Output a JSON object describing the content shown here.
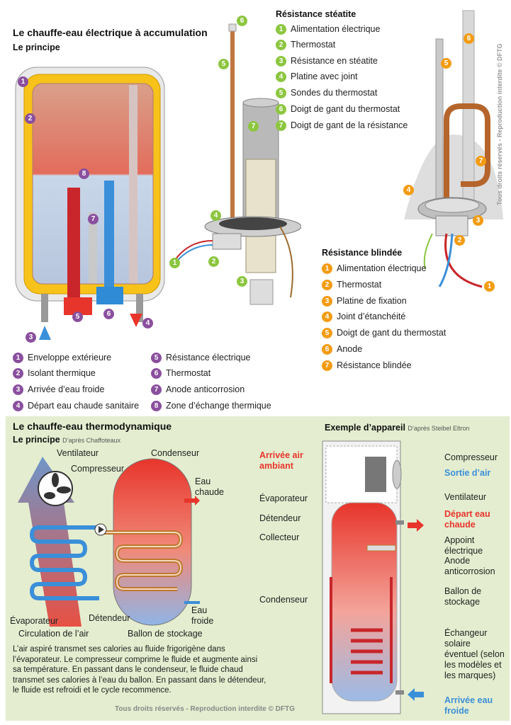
{
  "accumulation": {
    "title": "Le chauffe-eau électrique à accumulation",
    "subtitle": "Le principe",
    "legend": [
      {
        "n": "1",
        "label": "Enveloppe extérieure"
      },
      {
        "n": "2",
        "label": "Isolant thermique"
      },
      {
        "n": "3",
        "label": "Arrivée d’eau froide"
      },
      {
        "n": "4",
        "label": "Départ eau chaude sanitaire"
      },
      {
        "n": "5",
        "label": "Résistance électrique"
      },
      {
        "n": "6",
        "label": "Thermostat"
      },
      {
        "n": "7",
        "label": "Anode anticorrosion"
      },
      {
        "n": "8",
        "label": "Zone d’échange thermique"
      }
    ]
  },
  "steatite": {
    "title": "Résistance stéatite",
    "items": [
      {
        "n": "1",
        "label": "Alimentation électrique"
      },
      {
        "n": "2",
        "label": "Thermostat"
      },
      {
        "n": "3",
        "label": "Résistance en stéatite"
      },
      {
        "n": "4",
        "label": "Platine avec joint"
      },
      {
        "n": "5",
        "label": "Sondes du thermostat"
      },
      {
        "n": "6",
        "label": "Doigt de gant du thermostat"
      },
      {
        "n": "7",
        "label": "Doigt de gant de la résistance"
      }
    ]
  },
  "blindee": {
    "title": "Résistance blindée",
    "items": [
      {
        "n": "1",
        "label": "Alimentation électrique"
      },
      {
        "n": "2",
        "label": "Thermostat"
      },
      {
        "n": "3",
        "label": "Platine de fixation"
      },
      {
        "n": "4",
        "label": "Joint d’étanchéité"
      },
      {
        "n": "5",
        "label": "Doigt de gant du thermostat"
      },
      {
        "n": "6",
        "label": "Anode"
      },
      {
        "n": "7",
        "label": "Résistance blindée"
      }
    ]
  },
  "watermark_top": "Tous droits réservés - Reproduction interdite © DFTG",
  "thermo": {
    "title": "Le chauffe-eau thermodynamique",
    "subtitle": "Le principe",
    "source": "D’après Chaffoteaux",
    "labels": {
      "ventilateur": "Ventilateur",
      "compresseur": "Compresseur",
      "condenseur": "Condenseur",
      "eau_chaude": "Eau chaude",
      "eau_froide": "Eau froide",
      "evaporateur": "Évaporateur",
      "detendeur": "Détendeur",
      "circulation": "Circulation de l’air",
      "ballon": "Ballon de stockage"
    },
    "paragraph": "L’air aspiré transmet ses calories au fluide frigorigène dans l’évaporateur. Le compresseur comprime le fluide et augmente ainsi sa température. En passant dans le condenseur, le fluide chaud transmet ses calories à l’eau du ballon. En passant dans le détendeur, le fluide est refroidi et le cycle recommence.",
    "watermark": "Tous droits réservés - Reproduction interdite © DFTG"
  },
  "example": {
    "title": "Exemple d’appareil",
    "source": "D’après Steibel Eltron",
    "labels": {
      "arrivee_air": "Arrivée air ambiant",
      "evaporateur": "Évaporateur",
      "detendeur": "Détendeur",
      "collecteur": "Collecteur",
      "condenseur": "Condenseur",
      "compresseur": "Compresseur",
      "sortie_air": "Sortie d’air",
      "ventilateur": "Ventilateur",
      "depart_eau": "Départ eau chaude",
      "appoint": "Appoint électrique",
      "anode": "Anode anticorrosion",
      "ballon": "Ballon de stockage",
      "echangeur": "Échangeur solaire éventuel (selon les modèles et les marques)",
      "arrivee_eau": "Arrivée eau froide"
    }
  },
  "colors": {
    "green": "#8cc63f",
    "purple": "#8a4f9e",
    "orange": "#f39c12",
    "red": "#e8352b",
    "blue": "#3a8fd9"
  }
}
